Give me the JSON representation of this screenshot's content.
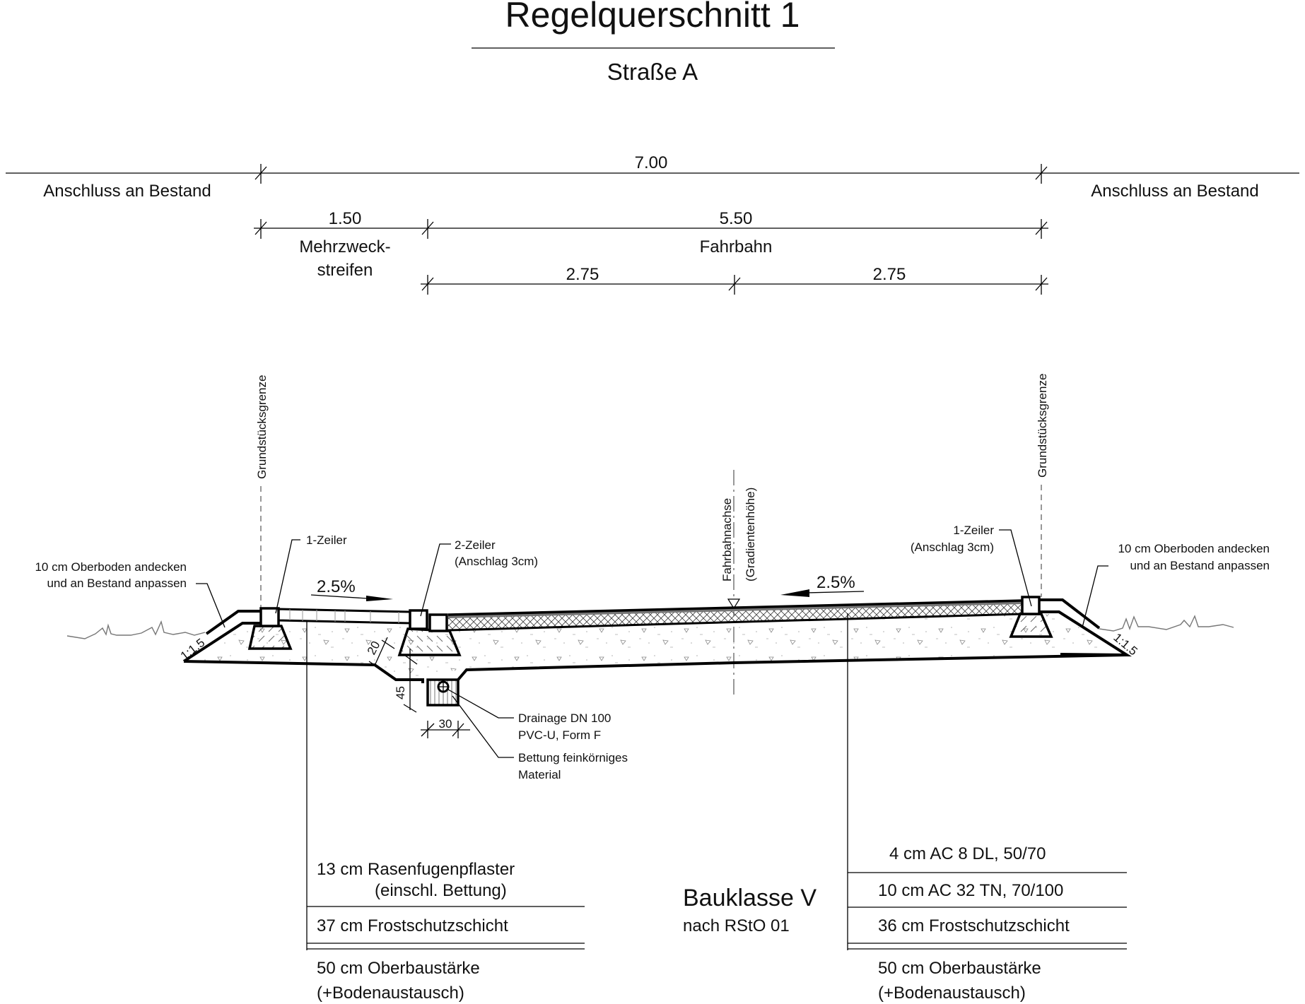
{
  "header": {
    "title": "Regelquerschnitt 1",
    "subtitle": "Straße A"
  },
  "dimensions": {
    "total": "7.00",
    "left_connection": "Anschluss an Bestand",
    "right_connection": "Anschluss an Bestand",
    "shoulder_width": "1.50",
    "shoulder_label_line1": "Mehrzweck-",
    "shoulder_label_line2": "streifen",
    "carriageway_width": "5.50",
    "carriageway_label": "Fahrbahn",
    "lane_left": "2.75",
    "lane_right": "2.75"
  },
  "markers": {
    "property_line_left": "Grundstücksgrenze",
    "property_line_right": "Grundstücksgrenze",
    "axis_line1": "Fahrbahnachse",
    "axis_line2": "(Gradientenhöhe)"
  },
  "annotations": {
    "topsoil_left_line1": "10 cm Oberboden andecken",
    "topsoil_left_line2": "und an Bestand anpassen",
    "topsoil_right_line1": "10 cm Oberboden andecken",
    "topsoil_right_line2": "und an Bestand anpassen",
    "curb_left": "1-Zeiler",
    "curb_middle_line1": "2-Zeiler",
    "curb_middle_line2": "(Anschlag 3cm)",
    "curb_right_line1": "1-Zeiler",
    "curb_right_line2": "(Anschlag 3cm)",
    "slope_left": "2.5%",
    "slope_right": "2.5%",
    "embankment_left": "1:1.5",
    "embankment_right": "1:1.5",
    "depth_20": "20",
    "depth_45": "45",
    "width_30": "30",
    "drainage_line1": "Drainage DN 100",
    "drainage_line2": "PVC-U, Form F",
    "bedding_line1": "Bettung feinkörniges",
    "bedding_line2": "Material"
  },
  "construction_class": {
    "title": "Bauklasse V",
    "subtitle": "nach RStO 01"
  },
  "layers_left": {
    "rows": [
      {
        "line1": "13 cm Rasenfugenpflaster",
        "line2": "(einschl. Bettung)"
      },
      {
        "line1": "37 cm Frostschutzschicht"
      }
    ],
    "total_line1": "50 cm Oberbaustärke",
    "total_line2": "(+Bodenaustausch)"
  },
  "layers_right": {
    "rows": [
      {
        "line1": "4 cm AC 8 DL, 50/70"
      },
      {
        "line1": "10 cm AC 32 TN, 70/100"
      },
      {
        "line1": "36 cm Frostschutzschicht"
      }
    ],
    "total_line1": "50 cm Oberbaustärke",
    "total_line2": "(+Bodenaustausch)"
  }
}
